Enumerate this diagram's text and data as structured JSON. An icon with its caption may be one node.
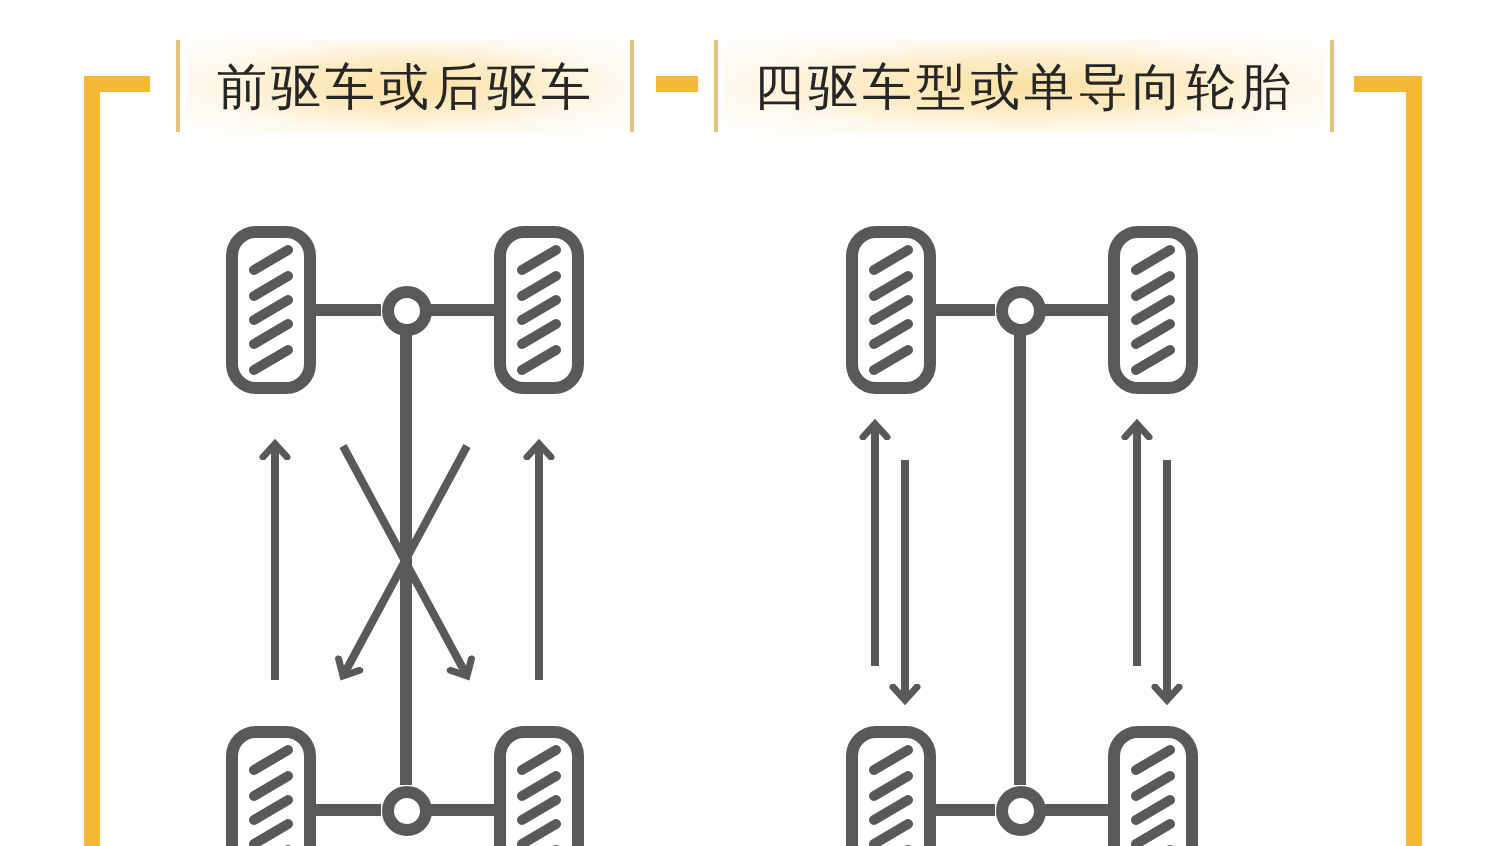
{
  "diagram": {
    "nodes": [
      {
        "text": [],
        "shape": "wheel"
      },
      {
        "text": [],
        "shape": "circle"
      },
      {
        "text": [],
        "shape": "wheel"
      },
      {
        "text": [],
        "shape": "wheel"
      },
      {
        "text": [],
        "shape": "circle"
      },
      {
        "text": [],
        "shape": "wheel"
      },
      {
        "text": [],
        "shape": "wheel"
      },
      {
        "text": [],
        "shape": "circle"
      },
      {
        "text": [],
        "shape": "wheel"
      },
      {
        "text": [],
        "shape": "wheel"
      },
      {
        "text": [],
        "shape": "circle"
      },
      {
        "text": [],
        "shape": "wheel"
      }
    ],
    "edges": [
      {
        "from": 0,
        "to": 1,
        "arrow": "none"
      },
      {
        "from": 1,
        "to": 2,
        "arrow": "none"
      },
      {
        "from": 1,
        "to": 4,
        "arrow": "none"
      },
      {
        "from": 3,
        "to": 4,
        "arrow": "none"
      },
      {
        "from": 4,
        "to": 5,
        "arrow": "none"
      },
      {
        "from": 3,
        "to": 0,
        "arrow": "to"
      },
      {
        "from": 0,
        "to": 5,
        "arrow": "to"
      },
      {
        "from": 2,
        "to": 3,
        "arrow": "to"
      },
      {
        "from": 5,
        "to": 2,
        "arrow": "to"
      },
      {
        "from": 6,
        "to": 7,
        "arrow": "none"
      },
      {
        "from": 7,
        "to": 8,
        "arrow": "none"
      },
      {
        "from": 7,
        "to": 10,
        "arrow": "none"
      },
      {
        "from": 9,
        "to": 10,
        "arrow": "none"
      },
      {
        "from": 10,
        "to": 11,
        "arrow": "none"
      },
      {
        "from": 9,
        "to": 6,
        "arrow": "to"
      },
      {
        "from": 6,
        "to": 9,
        "arrow": "to"
      },
      {
        "from": 11,
        "to": 8,
        "arrow": "to"
      },
      {
        "from": 8,
        "to": 11,
        "arrow": "to"
      }
    ],
    "labels": [
      "前驱车或后驱车",
      "四驱车型或单导向轮胎"
    ]
  }
}
